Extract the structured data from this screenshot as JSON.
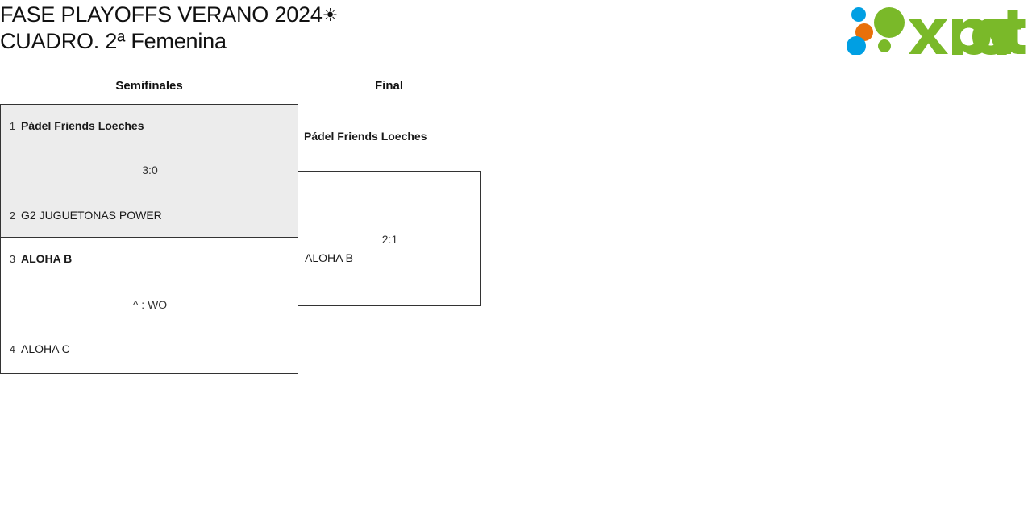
{
  "header": {
    "title_line1": "FASE PLAYOFFS VERANO 2024",
    "sun_glyph": "☀",
    "title_line2": "CUADRO. 2ª Femenina",
    "logo_text": "xporty",
    "logo_colors": {
      "green": "#7ab929",
      "orange": "#e8700a",
      "blue": "#009fe3"
    }
  },
  "bracket": {
    "rounds": [
      {
        "label": "Semifinales"
      },
      {
        "label": "Final"
      }
    ],
    "matches": {
      "semifinal_1": {
        "shaded": true,
        "score": "3:0",
        "team_a": {
          "seed": "1",
          "name": "Pádel Friends Loeches",
          "winner": true
        },
        "team_b": {
          "seed": "2",
          "name": "G2 JUGUETONAS POWER",
          "winner": false
        }
      },
      "semifinal_2": {
        "shaded": false,
        "score": "^ : WO",
        "team_a": {
          "seed": "3",
          "name": "ALOHA B",
          "winner": true
        },
        "team_b": {
          "seed": "4",
          "name": "ALOHA C",
          "winner": false
        }
      },
      "final": {
        "shaded": false,
        "score": "2:1",
        "team_a": {
          "seed": "",
          "name": "Pádel Friends Loeches",
          "winner": true
        },
        "team_b": {
          "seed": "",
          "name": "ALOHA B",
          "winner": false
        }
      }
    }
  }
}
